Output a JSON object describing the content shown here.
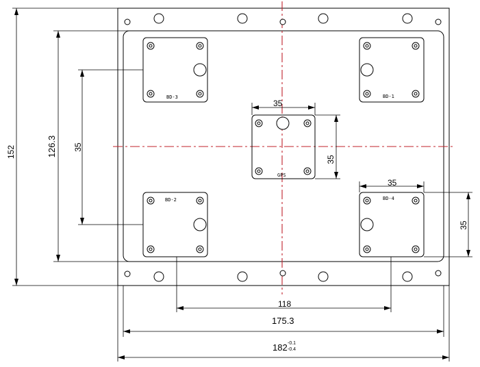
{
  "dimensions": {
    "overall_height": "152",
    "inner_height": "126.3",
    "module_pitch_vertical": "35",
    "gps_width": "35",
    "gps_height": "35",
    "bd4_width": "35",
    "bd4_height": "35",
    "hole_span_bottom": "118",
    "inner_width": "175.3",
    "overall_width": "182",
    "overall_width_tol_upper": "-0.1",
    "overall_width_tol_lower": "-0.4"
  },
  "modules": {
    "bd3": "BD-3",
    "bd1": "BD-1",
    "gps": "GPS",
    "bd2": "BD-2",
    "bd4": "BD-4"
  },
  "colors": {
    "centerline": "#c0202a",
    "lines": "#000000"
  }
}
